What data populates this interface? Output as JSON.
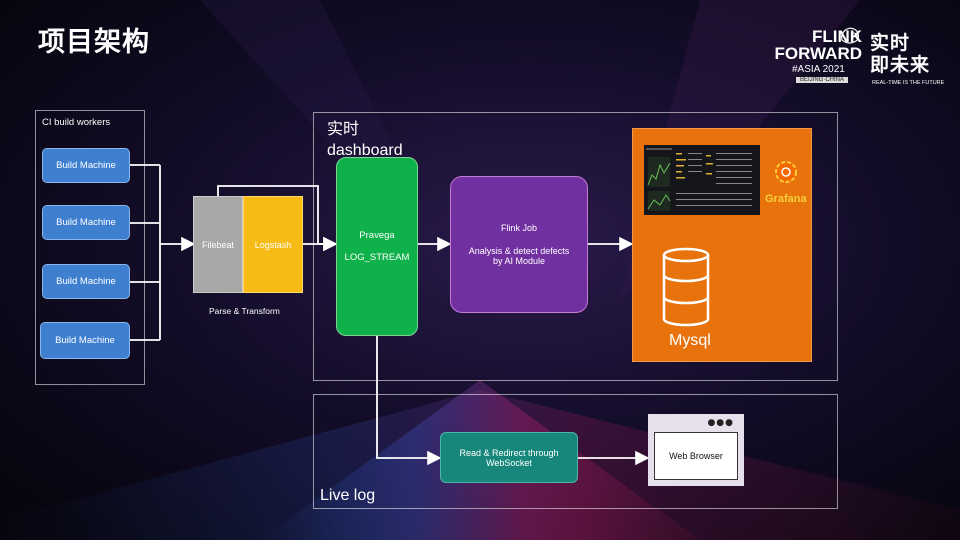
{
  "slide": {
    "title": "项目架构"
  },
  "logo": {
    "line1": "FLINK",
    "line2": "FORWARD",
    "edition": "#ASIA 2021",
    "location": "BEIJING·CHINA",
    "cn_line1": "实时",
    "cn_line2": "即未来",
    "tagline": "REAL-TIME IS THE FUTURE"
  },
  "ci_group": {
    "label": "CI build workers",
    "machines": [
      "Build Machine",
      "Build Machine",
      "Build Machine",
      "Build Machine"
    ]
  },
  "ingest": {
    "filebeat": "Filebeat",
    "logstash": "Logstash",
    "caption": "Parse & Transform"
  },
  "dashboard_group": {
    "label_cn": "实时",
    "label_en": "dashboard",
    "pravega_title": "Pravega",
    "pravega_stream": "LOG_STREAM",
    "flink_title": "Flink Job",
    "flink_desc1": "Analysis & detect defects",
    "flink_desc2": "by AI Module",
    "grafana": "Grafana",
    "mysql": "Mysql"
  },
  "livelog_group": {
    "label": "Live log",
    "websocket1": "Read & Redirect through",
    "websocket2": "WebSocket",
    "browser": "Web Browser"
  },
  "colors": {
    "build_machine": "#3f7fd0",
    "filebeat": "#a8a8a8",
    "logstash": "#f6bb14",
    "pravega": "#0eb14a",
    "flink": "#7030a0",
    "output": "#e8730d",
    "websocket": "#18877b",
    "arrow": "#ffffff"
  }
}
